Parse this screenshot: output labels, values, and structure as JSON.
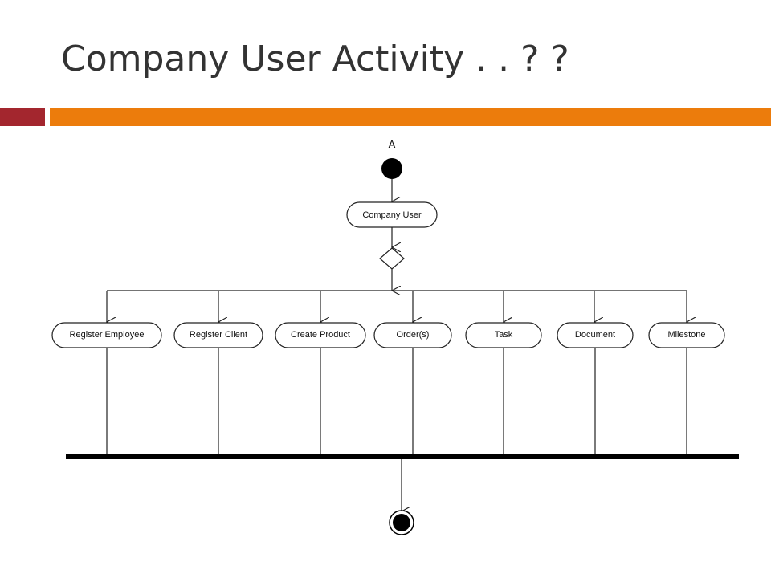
{
  "slide": {
    "title": "Company User Activity . . ? ?"
  },
  "diagram": {
    "entry_label": "A",
    "start_activity": "Company User",
    "activities": [
      "Register Employee",
      "Register Client",
      "Create Product",
      "Order(s)",
      "Task",
      "Document",
      "Milestone"
    ]
  },
  "colors": {
    "accent_red": "#a3262e",
    "accent_orange": "#ec7c0c",
    "title_text": "#333333"
  }
}
